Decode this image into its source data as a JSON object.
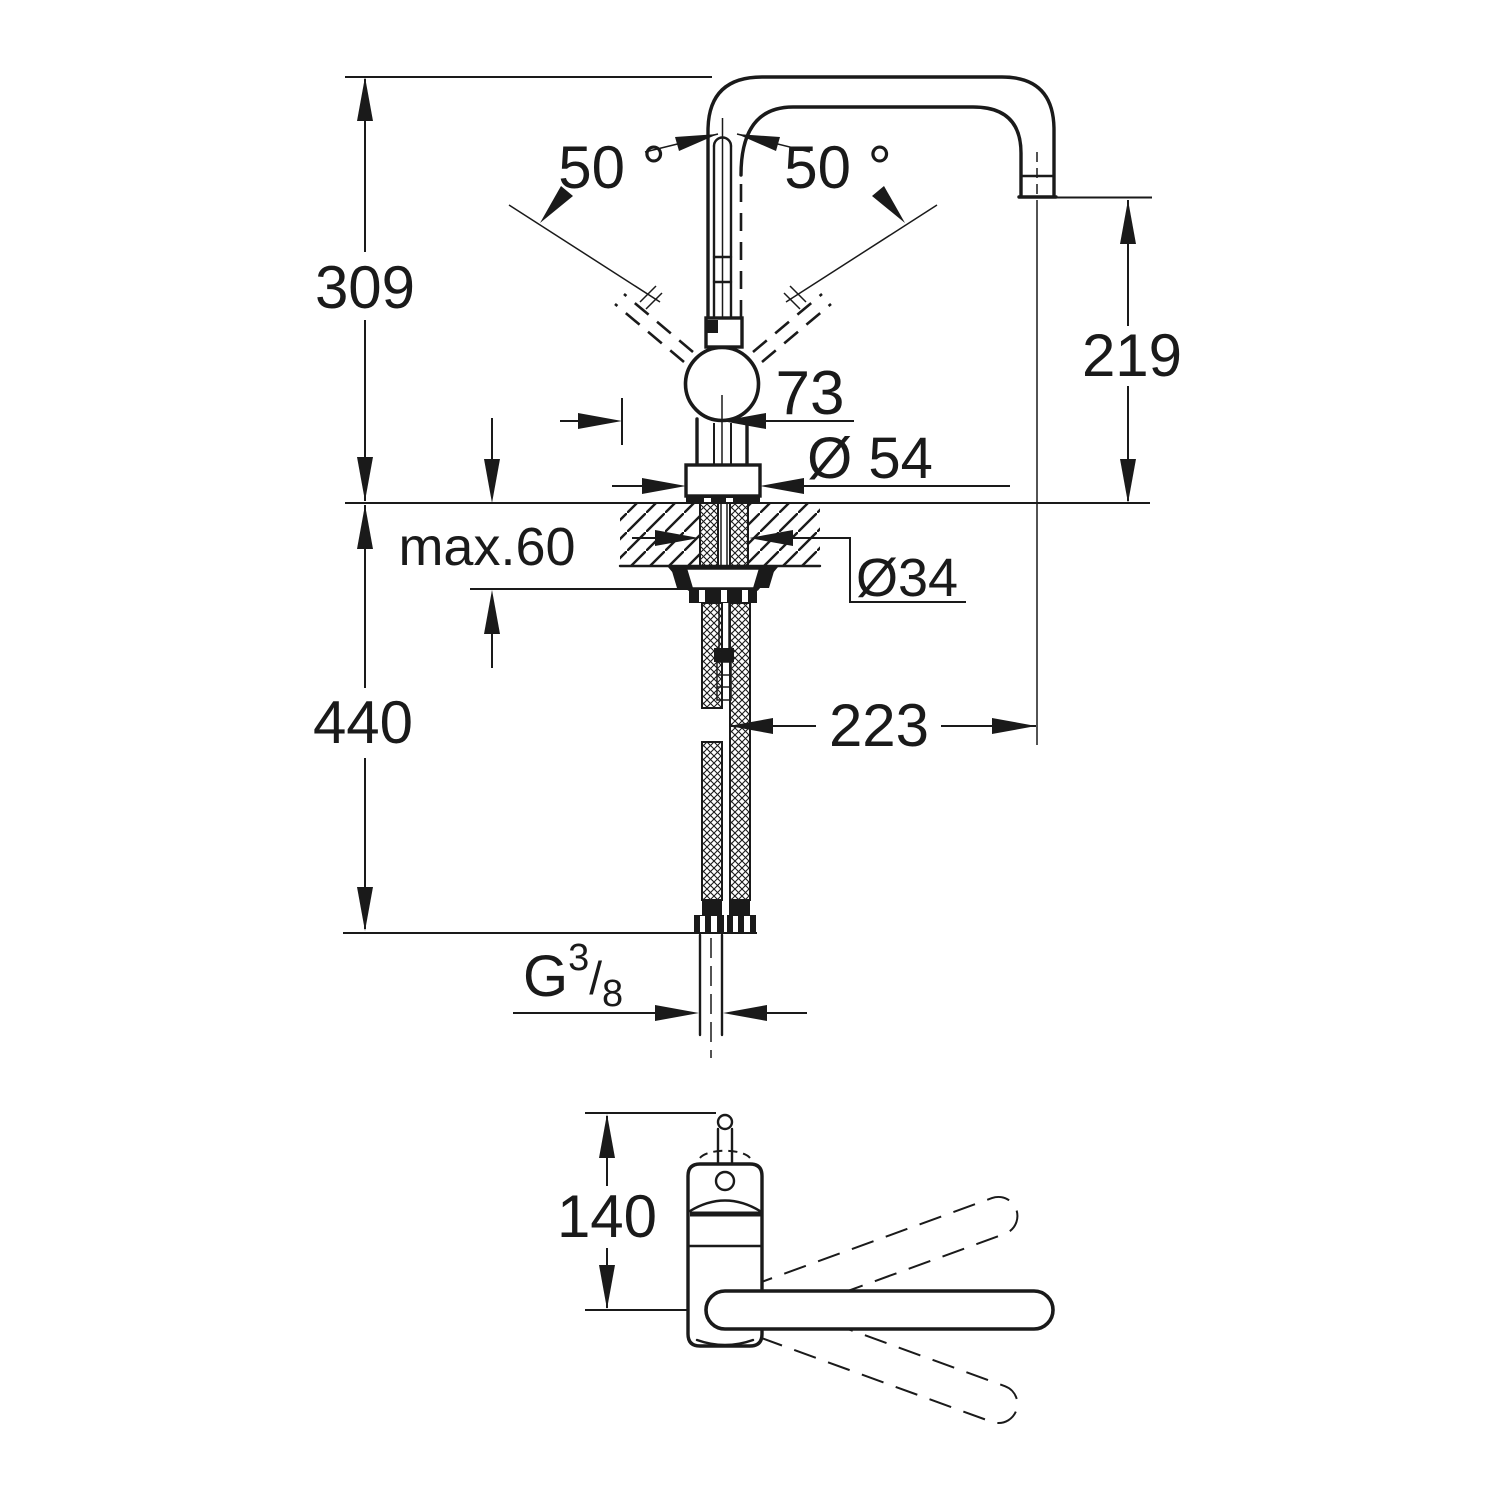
{
  "drawing": {
    "title": "faucet-installation-dimension-drawing",
    "line_color": "#1a1a1a",
    "background": "#ffffff"
  },
  "dims": {
    "angle_left": "50 °",
    "angle_right": "50 °",
    "height_above_deck": "309",
    "spout_outlet_height": "219",
    "handle_offset": "73",
    "base_diameter": "Ø 54",
    "deck_thickness": "max.60",
    "hole_diameter": "Ø34",
    "below_deck_length": "440",
    "spout_reach": "223",
    "swivel_footprint": "140",
    "thread": {
      "g": "G",
      "sup": "3",
      "slash": "/",
      "sub": "8"
    }
  }
}
